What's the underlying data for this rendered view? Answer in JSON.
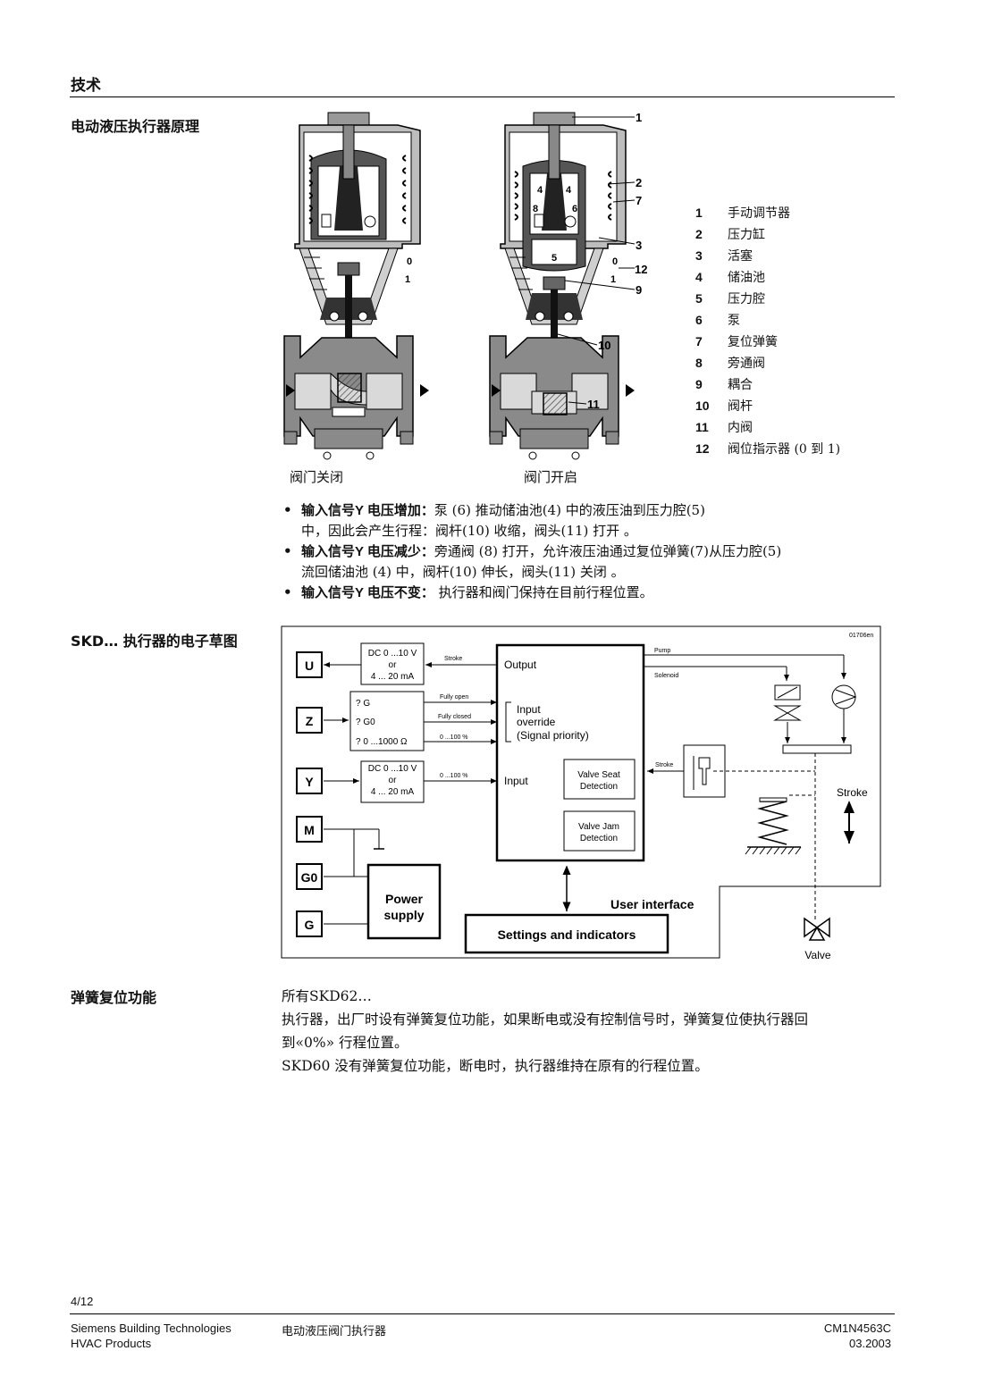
{
  "header": {
    "title": "技术"
  },
  "sections": {
    "principle_title": "电动液压执行器原理",
    "schematic_title": "SKD… 执行器的电子草图",
    "spring_title": "弹簧复位功能"
  },
  "valve_figure": {
    "closed_caption": "阀门关闭",
    "open_caption": "阀门开启",
    "callouts": [
      "1",
      "2",
      "7",
      "3",
      "12",
      "9",
      "10",
      "11",
      "4",
      "4",
      "8",
      "6",
      "5",
      "0",
      "1",
      "0",
      "1"
    ]
  },
  "legend": [
    {
      "num": "1",
      "text": "手动调节器"
    },
    {
      "num": "2",
      "text": "压力缸"
    },
    {
      "num": "3",
      "text": "活塞"
    },
    {
      "num": "4",
      "text": "储油池"
    },
    {
      "num": "5",
      "text": "压力腔"
    },
    {
      "num": "6",
      "text": "泵"
    },
    {
      "num": "7",
      "text": "复位弹簧"
    },
    {
      "num": "8",
      "text": "旁通阀"
    },
    {
      "num": "9",
      "text": "耦合"
    },
    {
      "num": "10",
      "text": "阀杆"
    },
    {
      "num": "11",
      "text": "内阀"
    },
    {
      "num": "12",
      "text": "阀位指示器 (0 到 1)"
    }
  ],
  "bullets": [
    {
      "lead": "输入信号Y 电压增加：",
      "text": "泵 (6) 推动储油池(4) 中的液压油到压力腔(5)",
      "cont": "中，因此会产生行程：阀杆(10) 收缩，阀头(11) 打开 。"
    },
    {
      "lead": "输入信号Y 电压减少：",
      "text": "旁通阀 (8) 打开，允许液压油通过复位弹簧(7)从压力腔(5)",
      "cont": "流回储油池 (4) 中，阀杆(10) 伸长，阀头(11) 关闭 。"
    },
    {
      "lead": "输入信号Y 电压不变：",
      "text": " 执行器和阀门保持在目前行程位置。",
      "cont": ""
    }
  ],
  "schematic": {
    "code": "01706en",
    "terminals": [
      "U",
      "Z",
      "Y",
      "M",
      "G0",
      "G"
    ],
    "u_box": [
      "DC 0 ...10 V",
      "or",
      "4 ... 20 mA"
    ],
    "z_box": [
      "? G",
      "? G0",
      "? 0 ...1000 Ω"
    ],
    "y_box": [
      "DC 0 ...10 V",
      "or",
      "4 ... 20 mA"
    ],
    "labels": {
      "stroke_small": "Stroke",
      "fully_open": "Fully open",
      "fully_closed": "Fully closed",
      "pct_z": "0 ...100 %",
      "pct_y": "0 ...100 %",
      "output": "Output",
      "input_override": [
        "Input",
        "override",
        "(Signal priority)"
      ],
      "input": "Input",
      "valve_seat": [
        "Valve Seat",
        "Detection"
      ],
      "valve_jam": [
        "Valve Jam",
        "Detection"
      ],
      "pump": "Pump",
      "solenoid": "Solenoid",
      "stroke_fb": "Stroke",
      "stroke_big": "Stroke",
      "power_supply": [
        "Power",
        "supply"
      ],
      "user_interface": "User interface",
      "settings": "Settings and indicators",
      "valve": "Valve"
    }
  },
  "spring_text": [
    "所有SKD62…",
    "执行器，出厂时设有弹簧复位功能，如果断电或没有控制信号时，弹簧复位使执行器回",
    "到«0%» 行程位置。",
    "SKD60 没有弹簧复位功能，断电时，执行器维持在原有的行程位置。"
  ],
  "footer": {
    "page": "4/12",
    "company": "Siemens Building Technologies",
    "division": "HVAC Products",
    "doc_title": "电动液压阀门执行器",
    "doc_number": "CM1N4563C",
    "date": "03.2003"
  }
}
